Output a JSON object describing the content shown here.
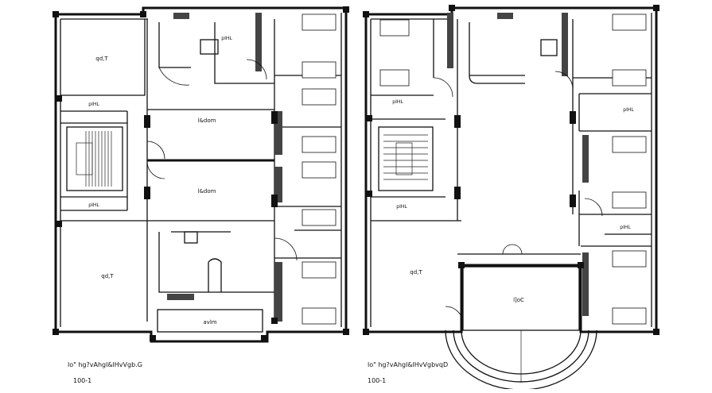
{
  "plans": [
    {
      "id": "left-plan",
      "caption": "lo\" hg?vAhgl&lHvVgb.G",
      "scale": "100-1",
      "rooms": {
        "room_top_left": "qd,T",
        "hall_upper": "l&dom",
        "hall_lower": "l&dom",
        "room_bottom_left": "qd,T",
        "bottom_entry": "avlm",
        "toilet_labels": [
          "pIHL",
          "pIHL",
          "pIHL"
        ]
      }
    },
    {
      "id": "right-plan",
      "caption": "lo\" hg?vAhgl&lHvVgbvqD",
      "scale": "100-1",
      "rooms": {
        "room_bottom_left": "qd,T",
        "lobby": "l]oC",
        "toilet_labels": [
          "pIHL",
          "pIHL",
          "pIHL",
          "pIHL"
        ]
      }
    }
  ]
}
